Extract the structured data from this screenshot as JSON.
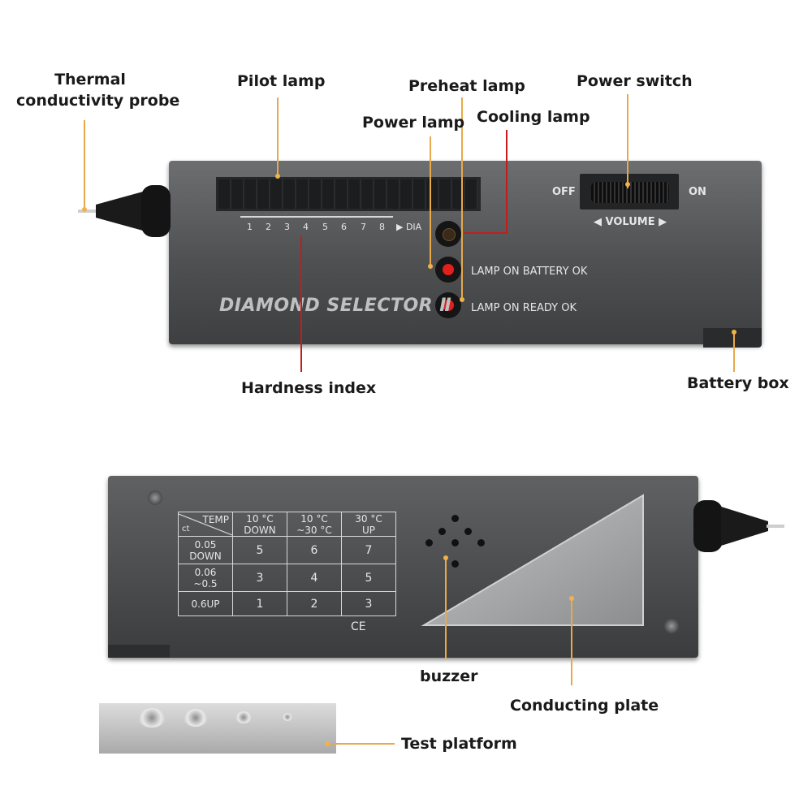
{
  "labels": {
    "probe_line1": "Thermal",
    "probe_line2": "conductivity probe",
    "pilot_lamp": "Pilot lamp",
    "preheat_lamp": "Preheat lamp",
    "power_lamp": "Power lamp",
    "cooling_lamp": "Cooling lamp",
    "power_switch": "Power switch",
    "hardness_index": "Hardness index",
    "battery_box": "Battery box",
    "buzzer": "buzzer",
    "conducting_plate": "Conducting plate",
    "test_platform": "Test platform"
  },
  "device_front": {
    "scale": [
      "1",
      "2",
      "3",
      "4",
      "5",
      "6",
      "7",
      "8"
    ],
    "scale_end": "▶ DIA",
    "lamp_battery_text": "LAMP ON BATTERY OK",
    "lamp_ready_text": "LAMP ON READY OK",
    "brand": "DIAMOND SELECTOR Ⅱ",
    "switch_off": "OFF",
    "switch_on": "ON",
    "volume": "◀ VOLUME ▶"
  },
  "device_back": {
    "table": {
      "corner_top": "TEMP",
      "corner_bottom": "ct",
      "col_headers": [
        [
          "10 °C",
          "DOWN"
        ],
        [
          "10 °C",
          "~30 °C"
        ],
        [
          "30 °C",
          "UP"
        ]
      ],
      "rows": [
        {
          "label": [
            "0.05",
            "DOWN"
          ],
          "values": [
            "5",
            "6",
            "7"
          ]
        },
        {
          "label": [
            "0.06",
            "~0.5"
          ],
          "values": [
            "3",
            "4",
            "5"
          ]
        },
        {
          "label": [
            "0.6UP"
          ],
          "values": [
            "1",
            "2",
            "3"
          ]
        }
      ]
    },
    "ce_mark": "CE"
  },
  "colors": {
    "leader_line": "#e8a94a",
    "red_leader_line": "#c41c1c",
    "device_body": "#55565a",
    "lamp_red": "#e0201c"
  }
}
